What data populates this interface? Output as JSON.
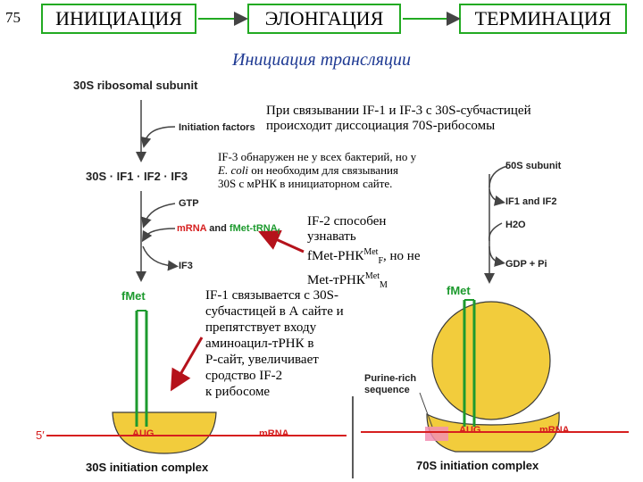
{
  "slide_number": "75",
  "header": {
    "box1": "ИНИЦИАЦИЯ",
    "box2": "ЭЛОНГАЦИЯ",
    "box3": "ТЕРМИНАЦИЯ"
  },
  "subtitle": "Инициация трансляции",
  "left_pathway": {
    "start": "30S ribosomal subunit",
    "factors": "Initiation factors",
    "complex": "30S · IF1 · IF2 · IF3",
    "gtp": "GTP",
    "mrna": "mRNA",
    "and": "and",
    "fmet_trna": "fMet-tRNA",
    "fmet_trna_sub": "f",
    "if3": "IF3",
    "fmet": "fMet",
    "five_prime": "5′",
    "aug": "AUG",
    "mrna_line": "mRNA",
    "complex_name": "30S initiation complex"
  },
  "right_pathway": {
    "subunit50": "50S subunit",
    "if1_if2": "IF1 and IF2",
    "h2o": "H2O",
    "gdp_pi": "GDP  +  Pi",
    "fmet": "fMet",
    "purine_line1": "Purine-rich",
    "purine_line2": "sequence",
    "aug": "AUG",
    "mrna_line": "mRNA",
    "complex_name": "70S initiation complex"
  },
  "notes": {
    "note1_line1": "При связывании IF-1 и IF-3 с 30S-субчастицей",
    "note1_line2": "происходит диссоциация 70S-рибосомы",
    "note2_line1": "IF-3 обнаружен не у всех бактерий, но у",
    "note2_italic": "E. coli",
    "note2_line2_rest": " он необходим для связывания",
    "note2_line3": "30S с мРНК в инициаторном сайте.",
    "note3_line1": "IF-2 способен",
    "note3_line2": "узнавать",
    "note3_line3_a": "fMet-РНК",
    "note3_line3_sup": "Met",
    "note3_line3_sub": "F",
    "note3_line3_b": ", но не",
    "note3_line4_a": "Met-тРНК",
    "note3_line4_sup": "Met",
    "note3_line4_sub": "M",
    "note4_line1": "IF-1 связывается с 30S-",
    "note4_line2": "субчастицей в А сайте и",
    "note4_line3": "препятствует входу",
    "note4_line4": "аминоацил-тРНК в",
    "note4_line5": "Р-сайт, увеличивает",
    "note4_line6": "сродство IF-2",
    "note4_line7": "к рибосоме"
  },
  "colors": {
    "box_border": "#22aa22",
    "subtitle": "#1f3a93",
    "ribosome": "#f2cc3c",
    "ribosome_stroke": "#3a3a3a",
    "trna": "#1d9a2e",
    "mrna": "#d61f1f",
    "arrow_red": "#b5121b",
    "pathway_arrow": "#444444"
  }
}
